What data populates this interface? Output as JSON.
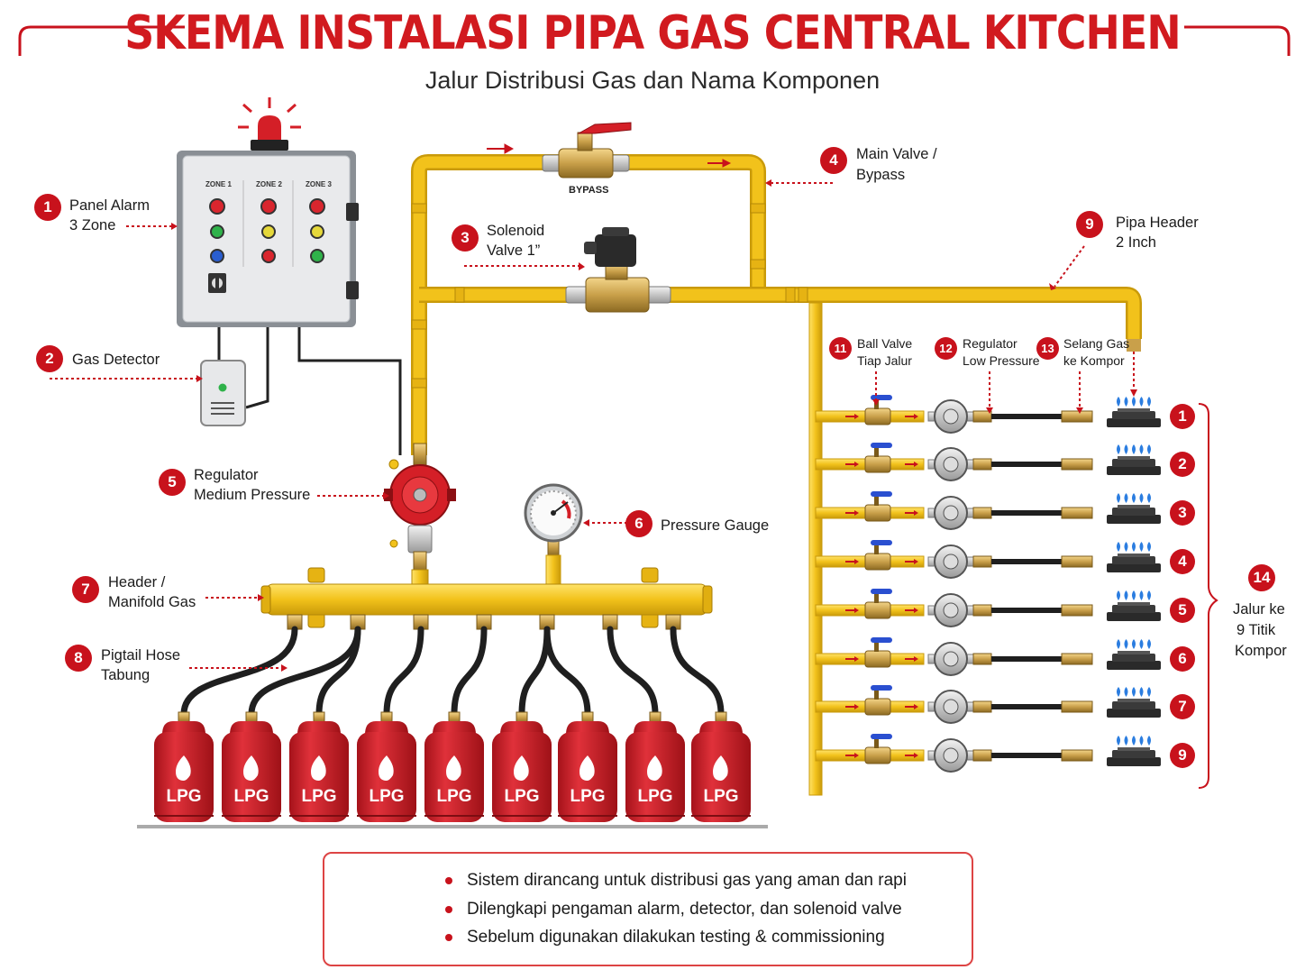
{
  "title": "SKEMA INSTALASI PIPA GAS CENTRAL KITCHEN",
  "subtitle": "Jalur Distribusi Gas dan Nama Komponen",
  "components": [
    {
      "num": "1",
      "label_line1": "Panel Alarm",
      "label_line2": "3 Zone"
    },
    {
      "num": "2",
      "label_line1": "Gas Detector",
      "label_line2": ""
    },
    {
      "num": "3",
      "label_line1": "Solenoid",
      "label_line2": "Valve 1”"
    },
    {
      "num": "4",
      "label_line1": "Main Valve /",
      "label_line2": "Bypass"
    },
    {
      "num": "5",
      "label_line1": "Regulator",
      "label_line2": "Medium Pressure"
    },
    {
      "num": "6",
      "label_line1": "Pressure Gauge",
      "label_line2": ""
    },
    {
      "num": "7",
      "label_line1": "Header /",
      "label_line2": "Manifold Gas"
    },
    {
      "num": "8",
      "label_line1": "Pigtail Hose",
      "label_line2": "Tabung"
    },
    {
      "num": "9",
      "label_line1": "Pipa Header",
      "label_line2": "2 Inch"
    },
    {
      "num": "11",
      "label_line1": "Ball Valve",
      "label_line2": "Tiap Jalur"
    },
    {
      "num": "12",
      "label_line1": "Regulator",
      "label_line2": "Low Pressure"
    },
    {
      "num": "13",
      "label_line1": "Selang Gas",
      "label_line2": "ke Kompor"
    },
    {
      "num": "14",
      "label_line1": "Jalur ke",
      "label_line2": "9 Titik",
      "label_line3": "Kompor"
    }
  ],
  "panel_zones": [
    "ZONE 1",
    "ZONE 2",
    "ZONE 3"
  ],
  "bypass_label": "BYPASS",
  "cylinder_label": "LPG",
  "cylinder_count": 9,
  "stove_numbers": [
    "1",
    "2",
    "3",
    "4",
    "5",
    "6",
    "7",
    "9"
  ],
  "notes": [
    "Sistem dirancang untuk distribusi gas yang aman dan rapi",
    "Dilengkapi pengaman alarm, detector, dan solenoid valve",
    "Sebelum digunakan dilakukan testing & commissioning"
  ],
  "colors": {
    "accent": "#c8121c",
    "pipe": "#f2c21b",
    "cylinder": "#d21f26",
    "flame": "#2b7de0"
  }
}
